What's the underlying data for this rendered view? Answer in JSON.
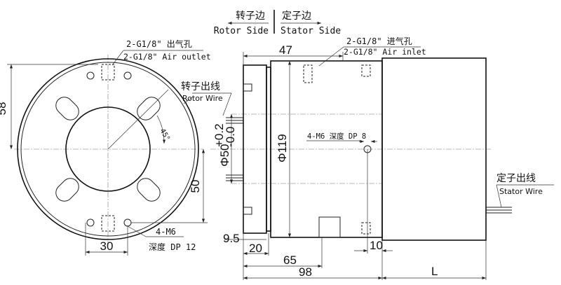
{
  "header": {
    "rotor_side_cn": "转子边",
    "rotor_side_en": "Rotor Side",
    "stator_side_cn": "定子边",
    "stator_side_en": "Stator Side"
  },
  "left_view": {
    "air_outlet_line1": "2-G1/8\" 出气孔",
    "air_outlet_line2": "2-G1/8\"  Air outlet",
    "rotor_wire_cn": "转子出线",
    "rotor_wire_en": "Rotor Wire",
    "angle": "45°",
    "dim_58": "58",
    "dim_50": "50",
    "dim_30": "30",
    "holes_line1": "4-M6",
    "holes_line2": "深度 DP 12"
  },
  "side_view": {
    "air_inlet_line1": "2-G1/8\"  进气孔",
    "air_inlet_line2": "2-G1/8\"  Air inlet",
    "dim_47": "47",
    "dim_bore": "Φ50",
    "tol_upper": "+0.2",
    "tol_lower": "-0.0",
    "dim_119": "Φ119",
    "holes_label": "4-M6 深度 DP 8",
    "dim_9_5": "9.5",
    "dim_20": "20",
    "dim_65": "65",
    "dim_98": "98",
    "dim_10": "10",
    "dim_L": "L",
    "stator_wire_cn": "定子出线",
    "stator_wire_en": "Stator Wire"
  }
}
